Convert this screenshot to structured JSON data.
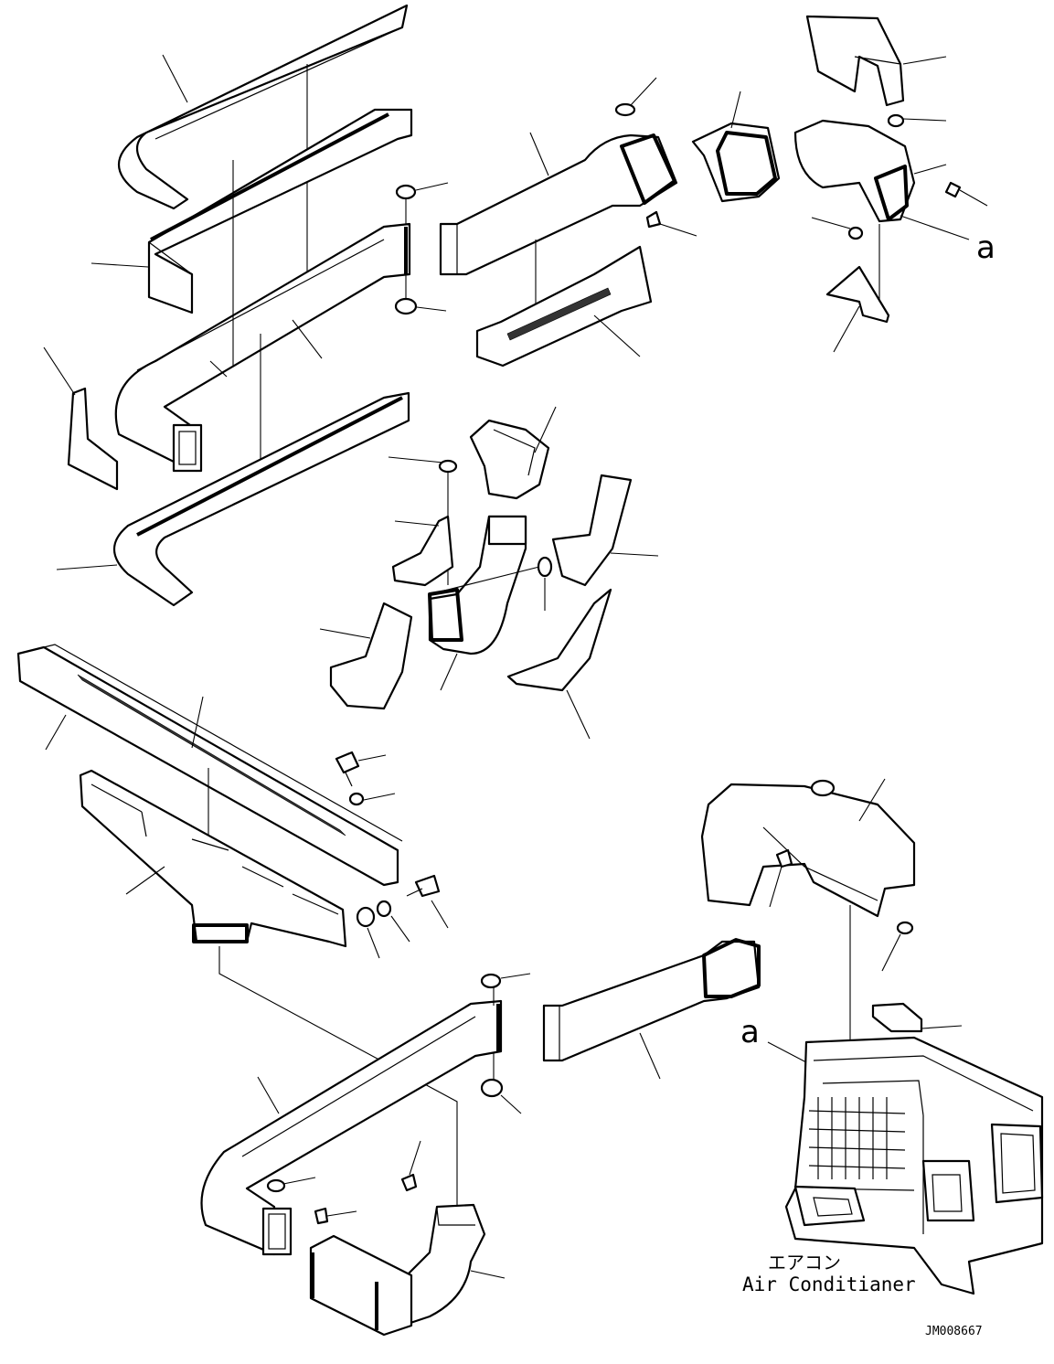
{
  "labels": {
    "ref_letter_top": "a",
    "ref_letter_bottom": "a",
    "component_name_jp": "エアコン",
    "component_name_en": "Air Conditianer",
    "drawing_number": "JM008667"
  },
  "colors": {
    "line": "#000000",
    "background": "#ffffff"
  }
}
